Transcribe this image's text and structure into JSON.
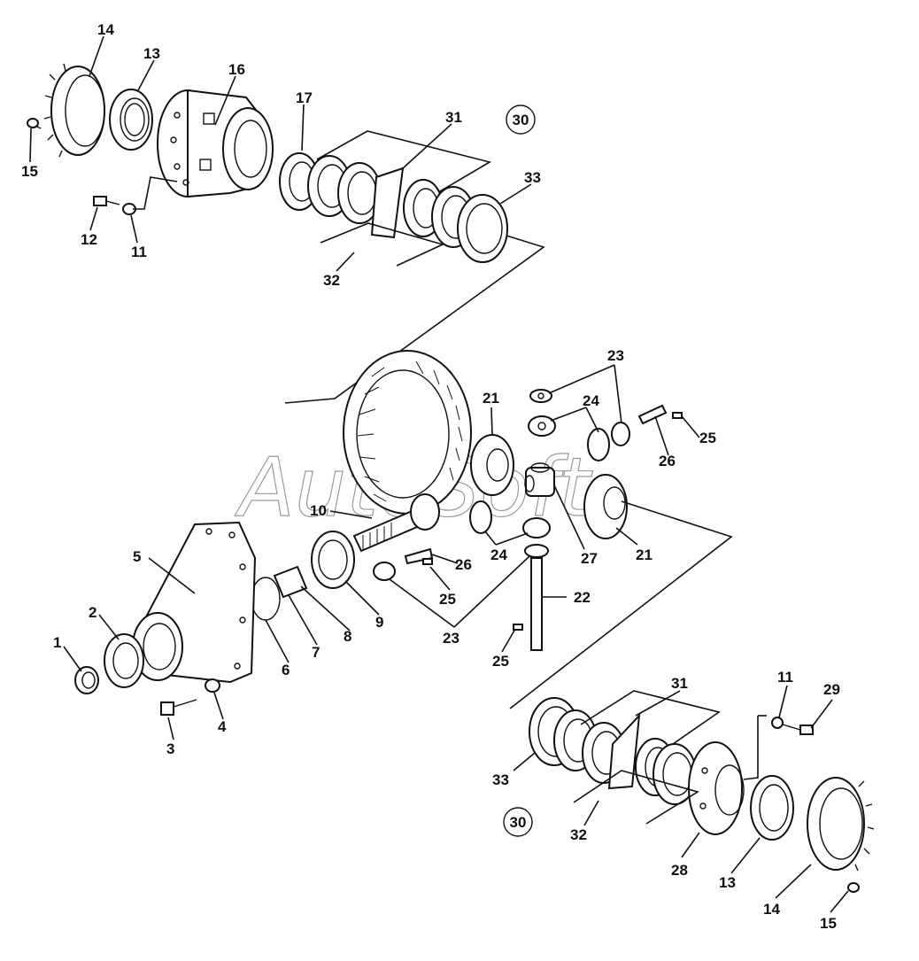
{
  "watermark": "AutoSoft",
  "group_label": "30",
  "callouts": {
    "c1": "1",
    "c2": "2",
    "c3": "3",
    "c4": "4",
    "c5": "5",
    "c6": "6",
    "c7": "7",
    "c8": "8",
    "c9": "9",
    "c10": "10",
    "c11a": "11",
    "c11b": "11",
    "c12": "12",
    "c13a": "13",
    "c13b": "13",
    "c14a": "14",
    "c14b": "14",
    "c15a": "15",
    "c15b": "15",
    "c16": "16",
    "c17": "17",
    "c21a": "21",
    "c21b": "21",
    "c22": "22",
    "c23a": "23",
    "c23b": "23",
    "c24a": "24",
    "c24b": "24",
    "c25a": "25",
    "c25b": "25",
    "c25c": "25",
    "c26a": "26",
    "c26b": "26",
    "c27": "27",
    "c28": "28",
    "c29": "29",
    "c31a": "31",
    "c31b": "31",
    "c32a": "32",
    "c32b": "32",
    "c33a": "33",
    "c33b": "33"
  }
}
